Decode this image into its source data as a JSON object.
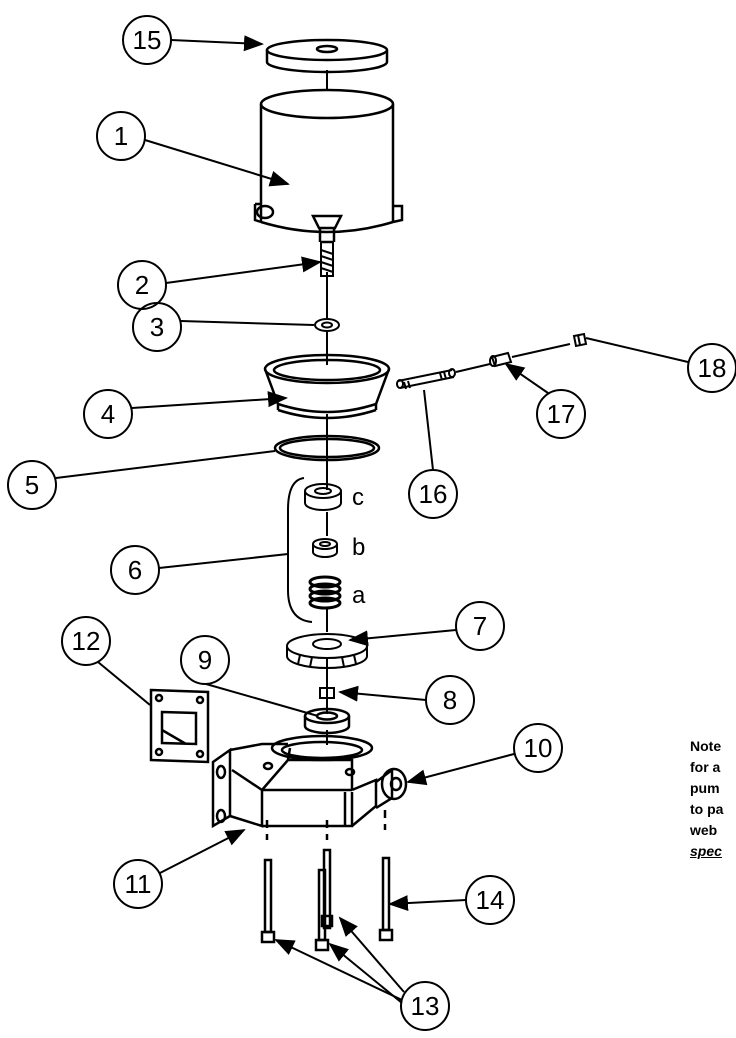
{
  "callouts": {
    "c1": "1",
    "c2": "2",
    "c3": "3",
    "c4": "4",
    "c5": "5",
    "c6": "6",
    "c7": "7",
    "c8": "8",
    "c9": "9",
    "c10": "10",
    "c11": "11",
    "c12": "12",
    "c13": "13",
    "c14": "14",
    "c15": "15",
    "c16": "16",
    "c17": "17",
    "c18": "18"
  },
  "sub_labels": {
    "a": "a",
    "b": "b",
    "c": "c"
  },
  "note": {
    "line1": "Note",
    "line2": "for a",
    "line3": "pum",
    "line4": "to pa",
    "line5": "web",
    "line6": "spec"
  }
}
